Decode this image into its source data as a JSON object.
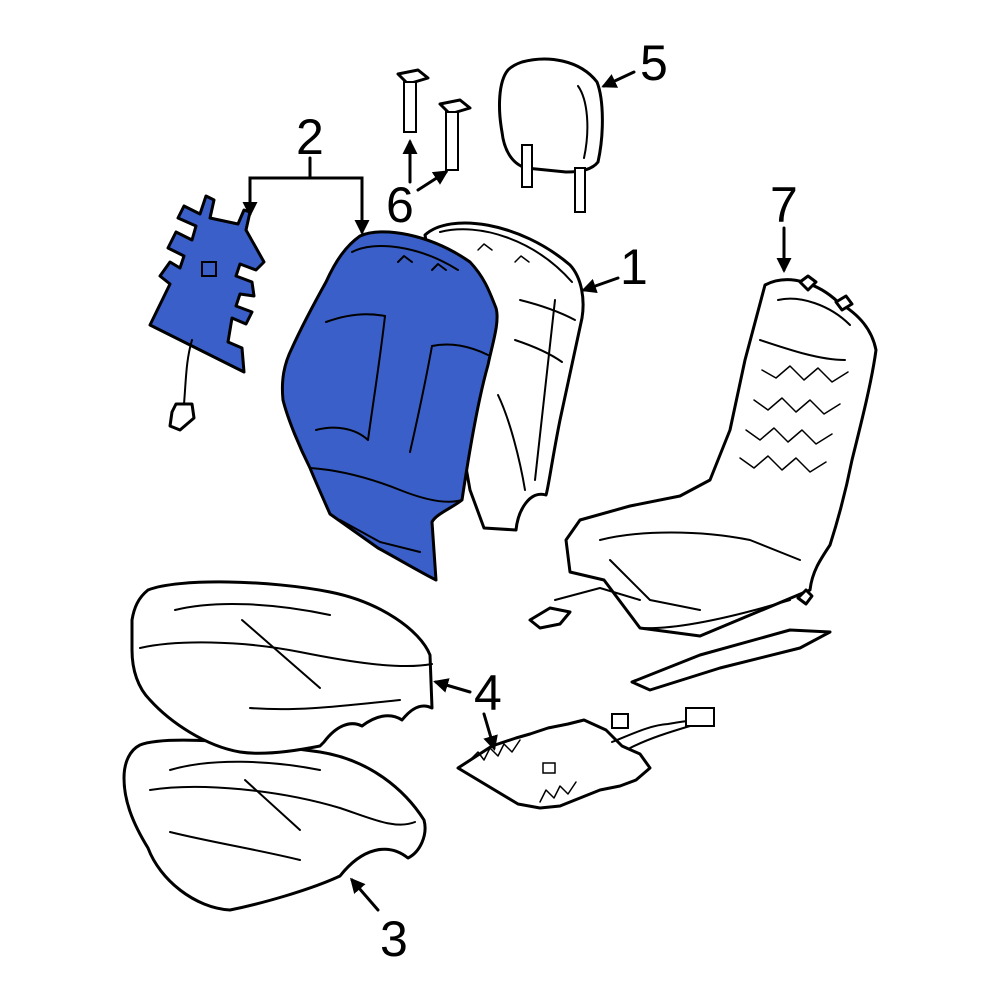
{
  "diagram": {
    "highlight_color": "#3a5fc8",
    "outline_color": "#000000",
    "background_color": "#ffffff"
  },
  "callouts": {
    "c1": "1",
    "c2": "2",
    "c3": "3",
    "c4": "4",
    "c5": "5",
    "c6": "6",
    "c7": "7"
  }
}
